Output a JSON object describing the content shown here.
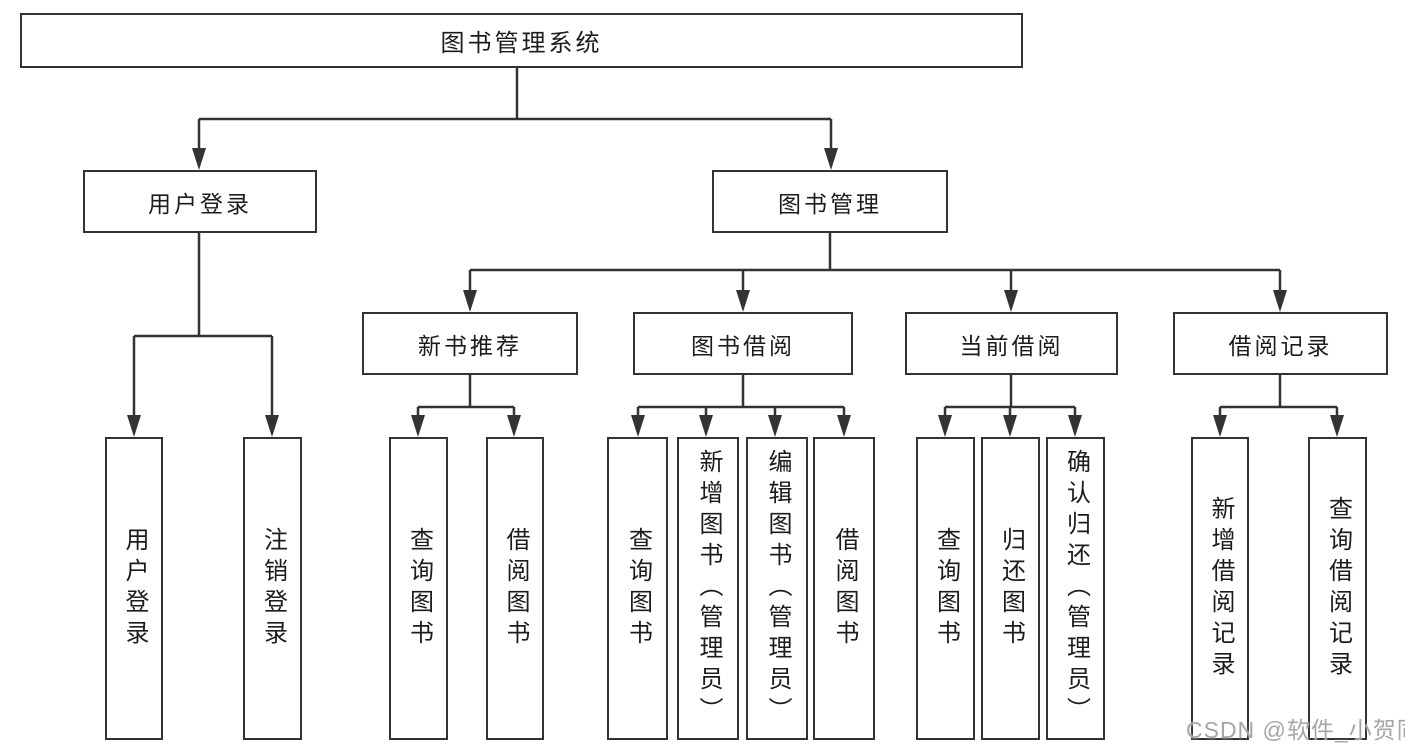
{
  "tree": {
    "label": "图书管理系统",
    "children": [
      {
        "label": "用户登录",
        "children": [
          {
            "label": "用户登录"
          },
          {
            "label": "注销登录"
          }
        ]
      },
      {
        "label": "图书管理",
        "children": [
          {
            "label": "新书推荐",
            "children": [
              {
                "label": "查询图书"
              },
              {
                "label": "借阅图书"
              }
            ]
          },
          {
            "label": "图书借阅",
            "children": [
              {
                "label": "查询图书"
              },
              {
                "label": "新增图书（管理员）"
              },
              {
                "label": "编辑图书（管理员）"
              },
              {
                "label": "借阅图书"
              }
            ]
          },
          {
            "label": "当前借阅",
            "children": [
              {
                "label": "查询图书"
              },
              {
                "label": "归还图书"
              },
              {
                "label": "确认归还（管理员）"
              }
            ]
          },
          {
            "label": "借阅记录",
            "children": [
              {
                "label": "新增借阅记录"
              },
              {
                "label": "查询借阅记录"
              }
            ]
          }
        ]
      }
    ]
  },
  "watermark": {
    "text": "CSDN @软件_小贺同学"
  },
  "colors": {
    "line": "#333333",
    "box_border": "#333333",
    "box_fill": "#ffffff",
    "text": "#1c1c1c",
    "watermark": "#a6a6a6",
    "background": "#ffffff"
  }
}
